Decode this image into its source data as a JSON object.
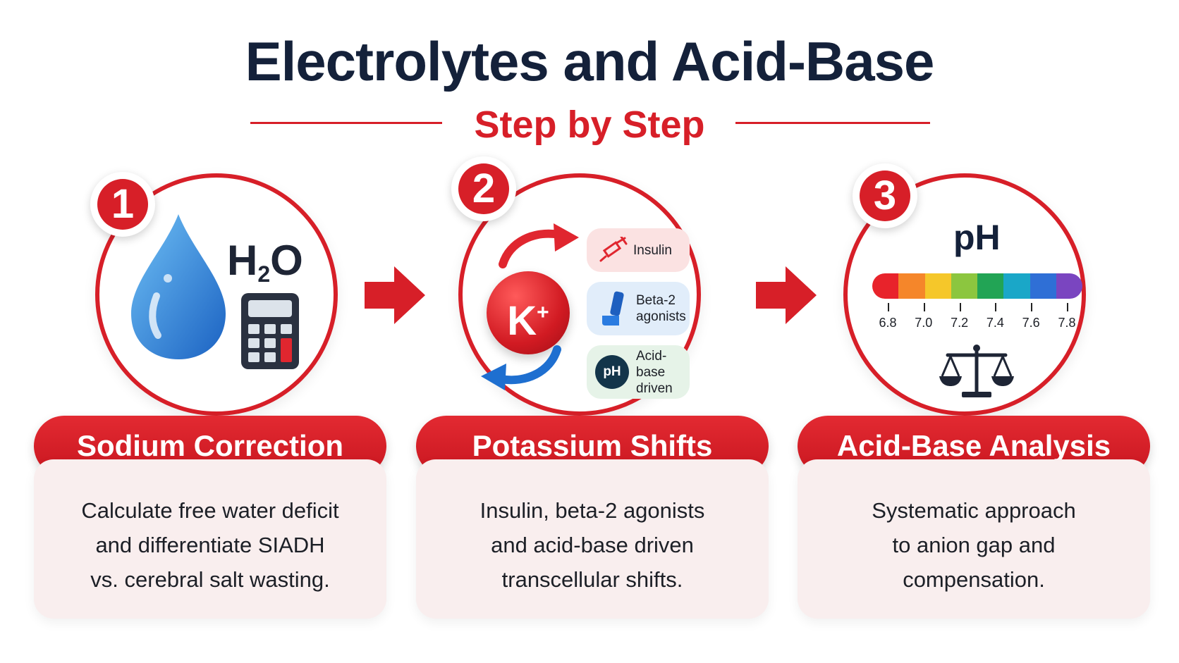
{
  "header": {
    "title": "Electrolytes and Acid-Base",
    "subtitle": "Step by Step"
  },
  "colors": {
    "accent": "#d71f28",
    "title": "#14213a",
    "card_bg": "#f9eeee"
  },
  "steps": [
    {
      "number": "1",
      "title": "Sodium Correction",
      "description_lines": [
        "Calculate free water deficit",
        "and differentiate SIADH",
        "vs. cerebral salt wasting."
      ],
      "icons": [
        "water-drop-icon",
        "calculator-icon"
      ],
      "formula": {
        "main": "H",
        "sub": "2",
        "tail": "O"
      }
    },
    {
      "number": "2",
      "title": "Potassium Shifts",
      "description_lines": [
        "Insulin, beta-2 agonists",
        "and acid-base driven",
        "transcellular shifts."
      ],
      "ion": {
        "symbol": "K",
        "charge": "+"
      },
      "chips": [
        {
          "icon": "syringe-icon",
          "lines": [
            "Insulin"
          ]
        },
        {
          "icon": "inhaler-icon",
          "lines": [
            "Beta-2",
            "agonists"
          ]
        },
        {
          "icon": "ph-badge-icon",
          "badge": "pH",
          "lines": [
            "Acid-base",
            "driven"
          ]
        }
      ]
    },
    {
      "number": "3",
      "title": "Acid-Base Analysis",
      "description_lines": [
        "Systematic approach",
        "to anion gap and",
        "compensation."
      ],
      "scale_label": "pH",
      "scale_ticks": [
        "6.8",
        "7.0",
        "7.2",
        "7.4",
        "7.6",
        "7.8"
      ],
      "scale_colors": [
        "#e8232b",
        "#f5862a",
        "#f5c72a",
        "#8cc63f",
        "#22a455",
        "#1aa7c8",
        "#2f6fd6",
        "#7a45c0"
      ],
      "icons": [
        "balance-scale-icon"
      ]
    }
  ]
}
